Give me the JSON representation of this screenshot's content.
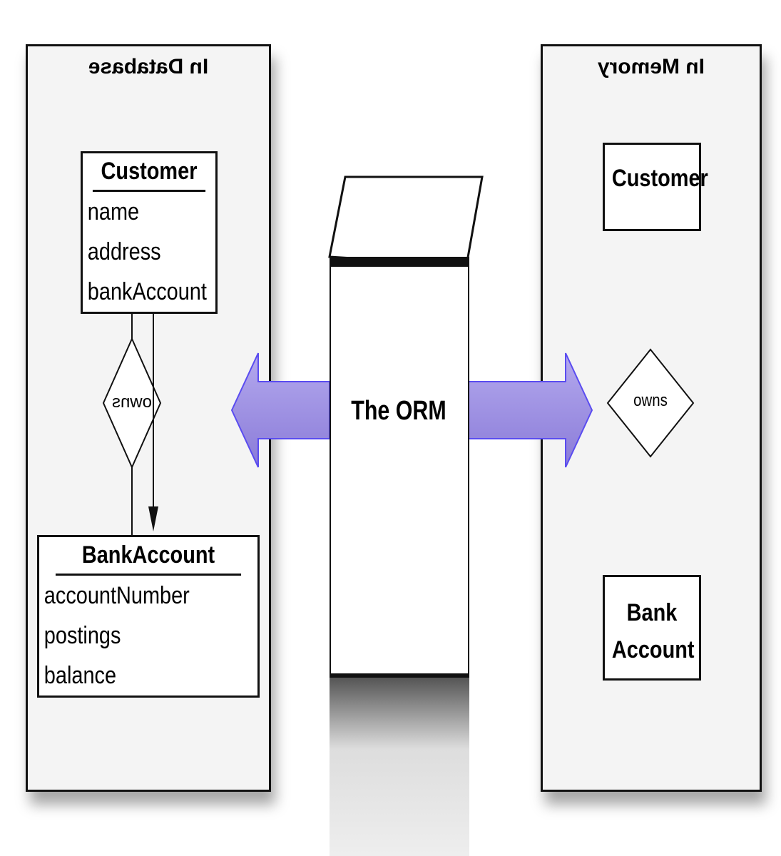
{
  "left_panel": {
    "title": "In Database",
    "customer": {
      "name": "Customer",
      "attributes": [
        "name",
        "address",
        "bankAccount"
      ]
    },
    "association": "owns",
    "bank_account": {
      "name": "BankAccount",
      "attributes": [
        "accountNumber",
        "postings",
        "balance"
      ]
    }
  },
  "orm": {
    "label": "The ORM"
  },
  "right_panel": {
    "title": "In Memory",
    "customer": "Customer",
    "bank_account": "Bank Account",
    "association": "owns"
  },
  "colors": {
    "arrow": "#9b8ee0",
    "arrow_stroke": "#5a4cf0"
  }
}
